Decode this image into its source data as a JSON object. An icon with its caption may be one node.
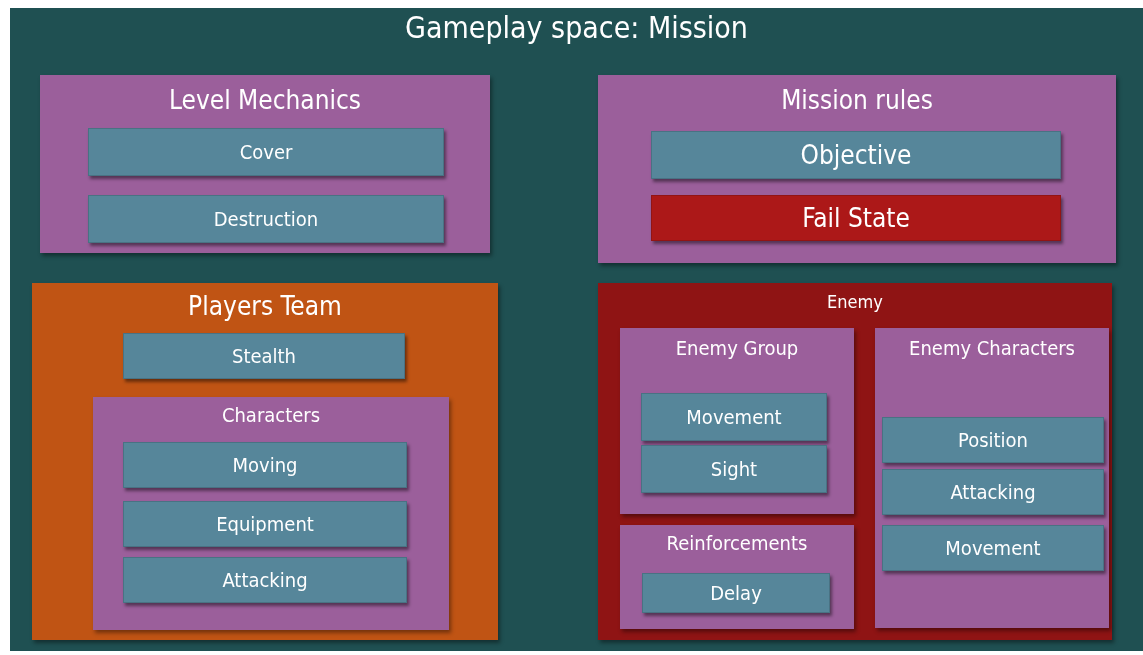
{
  "diagram": {
    "nodes": [
      {
        "text": [
          "Gameplay space: Mission"
        ]
      },
      {
        "text": [
          "Level Mechanics"
        ],
        "in": 0
      },
      {
        "text": [
          "Cover"
        ],
        "in": 1
      },
      {
        "text": [
          "Destruction"
        ],
        "in": 1
      },
      {
        "text": [
          "Mission rules"
        ],
        "in": 0
      },
      {
        "text": [
          "Objective"
        ],
        "in": 4
      },
      {
        "text": [
          "Fail State"
        ],
        "in": 4
      },
      {
        "text": [
          "Players Team"
        ],
        "in": 0
      },
      {
        "text": [
          "Stealth"
        ],
        "in": 7
      },
      {
        "text": [
          "Characters"
        ],
        "in": 7
      },
      {
        "text": [
          "Moving"
        ],
        "in": 9
      },
      {
        "text": [
          "Equipment"
        ],
        "in": 9
      },
      {
        "text": [
          "Attacking"
        ],
        "in": 9
      },
      {
        "text": [
          "Enemy"
        ],
        "in": 0
      },
      {
        "text": [
          "Enemy Group"
        ],
        "in": 13
      },
      {
        "text": [
          "Movement"
        ],
        "in": 14
      },
      {
        "text": [
          "Sight"
        ],
        "in": 14
      },
      {
        "text": [
          "Reinforcements"
        ],
        "in": 13
      },
      {
        "text": [
          "Delay"
        ],
        "in": 17
      },
      {
        "text": [
          "Enemy Characters"
        ],
        "in": 13
      },
      {
        "text": [
          "Position"
        ],
        "in": 19
      },
      {
        "text": [
          "Attacking"
        ],
        "in": 19
      },
      {
        "text": [
          "Movement"
        ],
        "in": 19
      }
    ],
    "edges": []
  }
}
